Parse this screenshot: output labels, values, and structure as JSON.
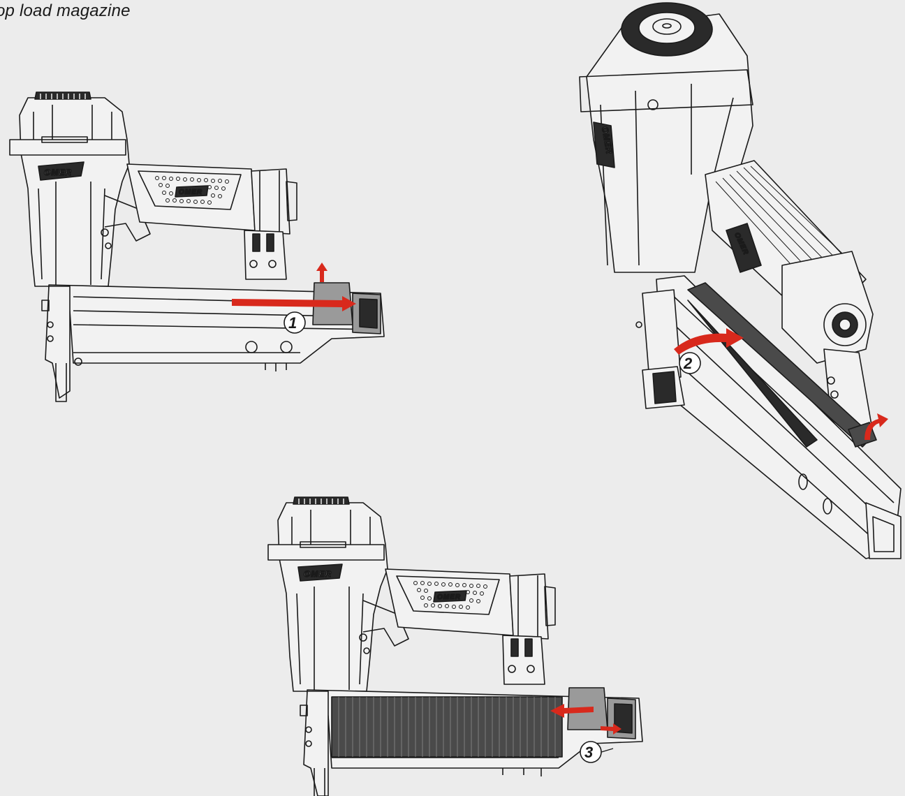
{
  "page": {
    "title": "op load magazine"
  },
  "figures": [
    {
      "step": "1",
      "brand_logo": "OMER",
      "arrows": [
        "red-arrow-right",
        "red-arrow-up"
      ]
    },
    {
      "step": "2",
      "brand_logo": "OMER",
      "arrows": [
        "red-curved-arrow",
        "red-curved-arrow-small"
      ]
    },
    {
      "step": "3",
      "brand_logo": "OMER",
      "arrows": [
        "red-arrow-left",
        "red-arrow-right-small"
      ]
    }
  ],
  "colors": {
    "background": "#ececec",
    "line": "#1a1a1a",
    "accent": "#d8291c",
    "pusher": "#9a9a9a",
    "staples": "#4a4a4a"
  }
}
